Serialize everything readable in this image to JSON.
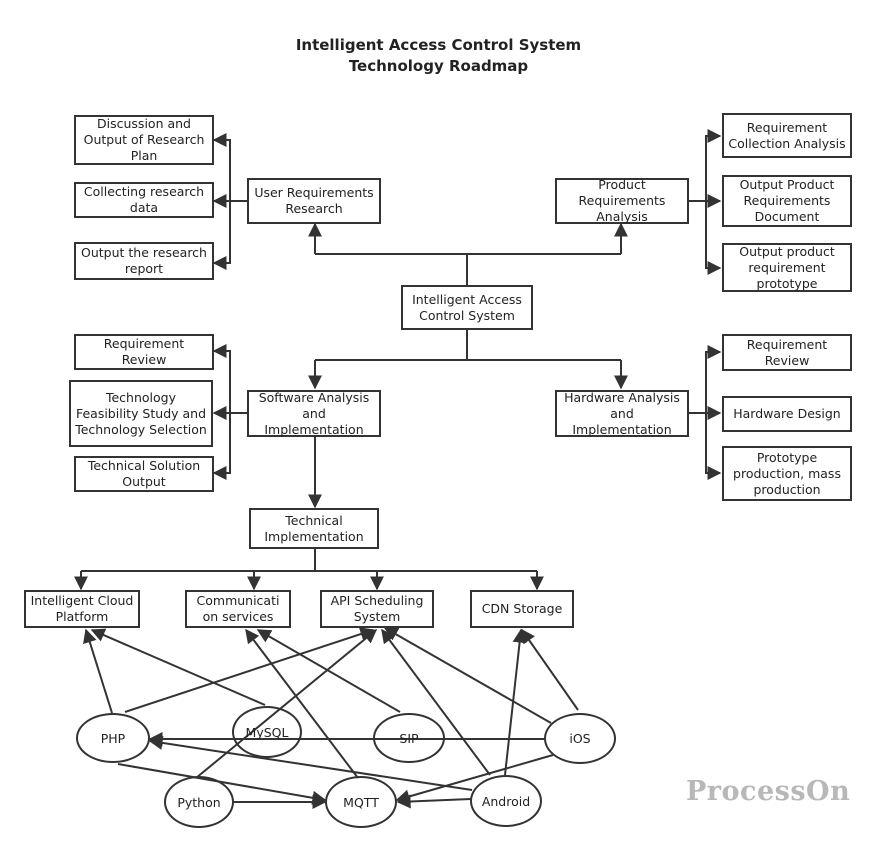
{
  "diagram": {
    "title_line1": "Intelligent Access Control System",
    "title_line2": "Technology Roadmap",
    "nodes": {
      "center": "Intelligent Access Control System",
      "user_research": "User Requirements Research",
      "product_analysis": "Product Requirements Analysis",
      "software": "Software Analysis and Implementation",
      "hardware": "Hardware Analysis and Implementation",
      "tech_impl": "Technical Implementation",
      "discussion": "Discussion and Output of Research Plan",
      "collecting": "Collecting research data",
      "output_report": "Output the research report",
      "req_collection": "Requirement Collection Analysis",
      "output_prd": "Output Product Requirements Document",
      "output_prototype": "Output product requirement prototype",
      "sw_req_review": "Requirement Review",
      "feasibility": "Technology Feasibility Study and Technology Selection",
      "tech_solution": "Technical Solution Output",
      "hw_req_review": "Requirement Review",
      "hw_design": "Hardware Design",
      "prototype_prod": "Prototype production, mass production",
      "cloud": "Intelligent Cloud Platform",
      "comm": "Communicati on services",
      "api": "API Scheduling System",
      "cdn": "CDN Storage"
    },
    "technologies": {
      "php": "PHP",
      "mysql": "MySQL",
      "sip": "SIP",
      "ios": "iOS",
      "python": "Python",
      "mqtt": "MQTT",
      "android": "Android"
    },
    "watermark": "ProcessOn",
    "colors": {
      "line": "#333333",
      "watermark": "#b8b8b8"
    }
  }
}
